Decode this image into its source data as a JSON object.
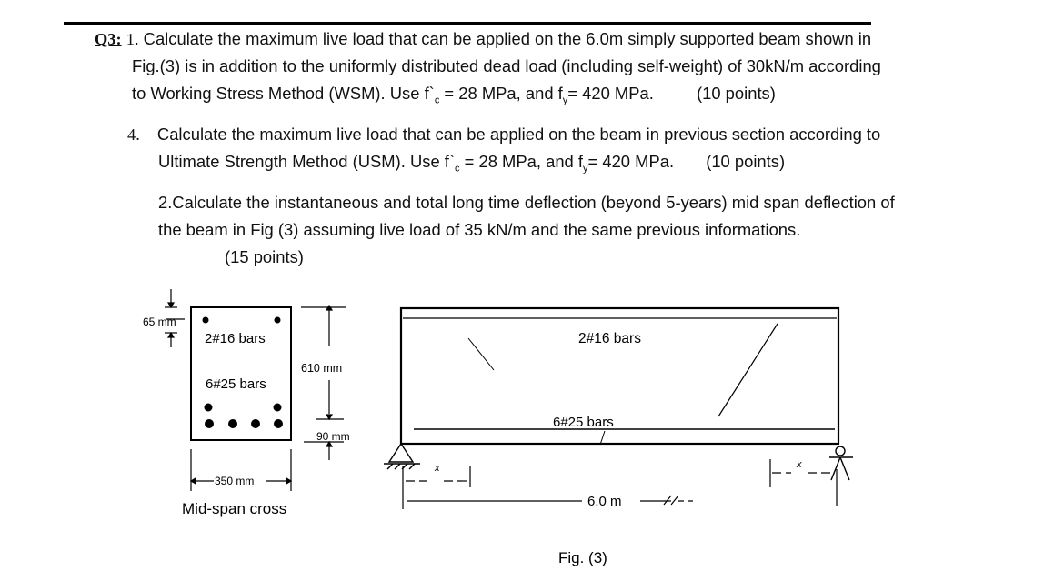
{
  "q3": {
    "label": "Q3:",
    "num": "1.",
    "line1": "Calculate the maximum live load that can be applied on the 6.0m simply supported beam shown in",
    "line2": "Fig.(3) is in addition to the uniformly distributed dead load (including self-weight) of 30kN/m according",
    "line3_a": "to Working Stress Method (WSM). Use f`",
    "line3_sub1": "c",
    "line3_b": " = 28 MPa, and f",
    "line3_sub2": "y",
    "line3_c": "= 420 MPa.",
    "points": "(10 points)"
  },
  "q4": {
    "num": "4.",
    "line1": "Calculate the maximum live load that can be applied on the beam in previous section according to",
    "line2_a": "Ultimate Strength Method (USM). Use f`",
    "line2_sub1": "c",
    "line2_b": " = 28 MPa, and f",
    "line2_sub2": "y",
    "line2_c": "= 420 MPa.",
    "points": "(10 points)"
  },
  "q2": {
    "line1": "2.Calculate the instantaneous and total long time deflection (beyond 5-years)  mid span deflection of",
    "line2": "the beam in Fig (3) assuming live load of 35 kN/m and the same previous informations.",
    "points": "(15 points)"
  },
  "section": {
    "cover_dim": "65 mm",
    "top_bars": "2#16 bars",
    "bottom_bars": "6#25 bars",
    "height_dim": "610 mm",
    "bottom_dim": "90 mm",
    "width_dim": "350 mm",
    "caption": "Mid-span cross"
  },
  "beam": {
    "top_bars": "2#16 bars",
    "bottom_bars": "6#25 bars",
    "x_left": "x",
    "x_right": "x",
    "span": "6.0 m"
  },
  "figure": {
    "caption": "Fig. (3)"
  }
}
